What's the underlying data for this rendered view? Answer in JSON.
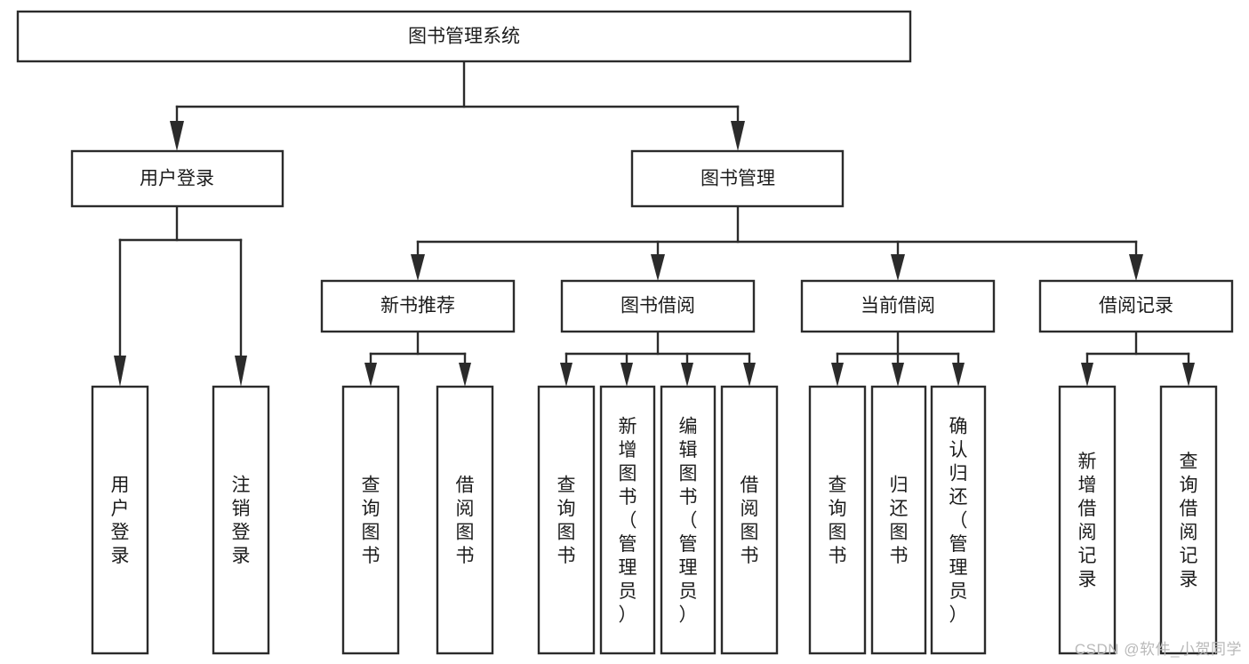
{
  "diagram": {
    "type": "tree",
    "title": "图书管理系统",
    "watermark": "CSDN @软件_小贺同学",
    "colors": {
      "stroke": "#2b2b2b",
      "fill": "#ffffff",
      "text": "#1c1c1c",
      "watermark": "#b9b9b9",
      "background": "#ffffff"
    },
    "levels": {
      "root": {
        "label": "图书管理系统"
      },
      "level2": [
        {
          "label": "用户登录"
        },
        {
          "label": "图书管理"
        }
      ],
      "level3": [
        {
          "label": "新书推荐"
        },
        {
          "label": "图书借阅"
        },
        {
          "label": "当前借阅"
        },
        {
          "label": "借阅记录"
        }
      ],
      "leaves": [
        {
          "label": "用户登录",
          "parent": "用户登录"
        },
        {
          "label": "注销登录",
          "parent": "用户登录"
        },
        {
          "label": "查询图书",
          "parent": "新书推荐"
        },
        {
          "label": "借阅图书",
          "parent": "新书推荐"
        },
        {
          "label": "查询图书",
          "parent": "图书借阅"
        },
        {
          "label": "新增图书（管理员）",
          "parent": "图书借阅"
        },
        {
          "label": "编辑图书（管理员）",
          "parent": "图书借阅"
        },
        {
          "label": "借阅图书",
          "parent": "图书借阅"
        },
        {
          "label": "查询图书",
          "parent": "当前借阅"
        },
        {
          "label": "归还图书",
          "parent": "当前借阅"
        },
        {
          "label": "确认归还（管理员）",
          "parent": "当前借阅"
        },
        {
          "label": "新增借阅记录",
          "parent": "借阅记录"
        },
        {
          "label": "查询借阅记录",
          "parent": "借阅记录"
        }
      ]
    }
  }
}
